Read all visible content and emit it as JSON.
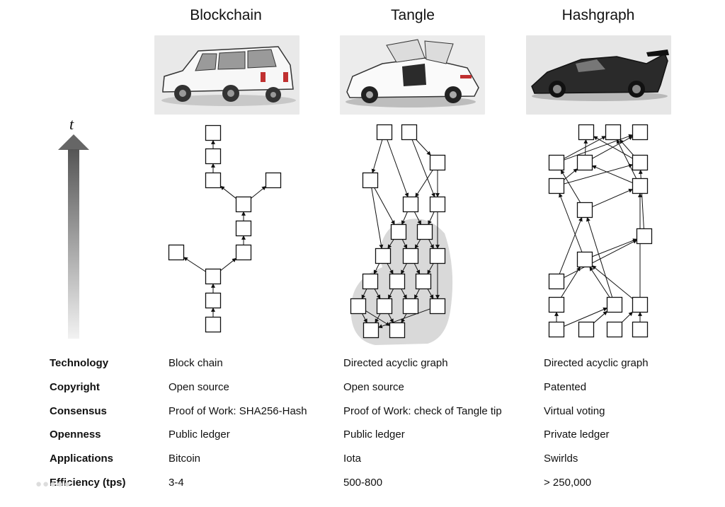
{
  "columns": [
    {
      "title": "Blockchain"
    },
    {
      "title": "Tangle"
    },
    {
      "title": "Hashgraph"
    }
  ],
  "time_axis_label": "t",
  "watermark": "●●●●●",
  "rows": [
    {
      "label": "Technology",
      "values": [
        "Block chain",
        "Directed acyclic graph",
        "Directed acyclic graph"
      ]
    },
    {
      "label": "Copyright",
      "values": [
        "Open source",
        "Open source",
        "Patented"
      ]
    },
    {
      "label": "Consensus",
      "values": [
        "Proof of Work: SHA256-Hash",
        "Proof of Work: check of Tangle tip",
        "Virtual voting"
      ]
    },
    {
      "label": "Openness",
      "values": [
        "Public ledger",
        "Public ledger",
        "Private ledger"
      ]
    },
    {
      "label": "Applications",
      "values": [
        "Bitcoin",
        "Iota",
        "Swirlds"
      ]
    },
    {
      "label": "Efficiency (tps)",
      "values": [
        "3-4",
        "500-800",
        "> 250,000"
      ]
    }
  ],
  "colors": {
    "stroke": "#111111",
    "cluster": "#d9d9d9",
    "arrow_top": "#555555",
    "arrow_bottom": "#f2f2f2"
  }
}
